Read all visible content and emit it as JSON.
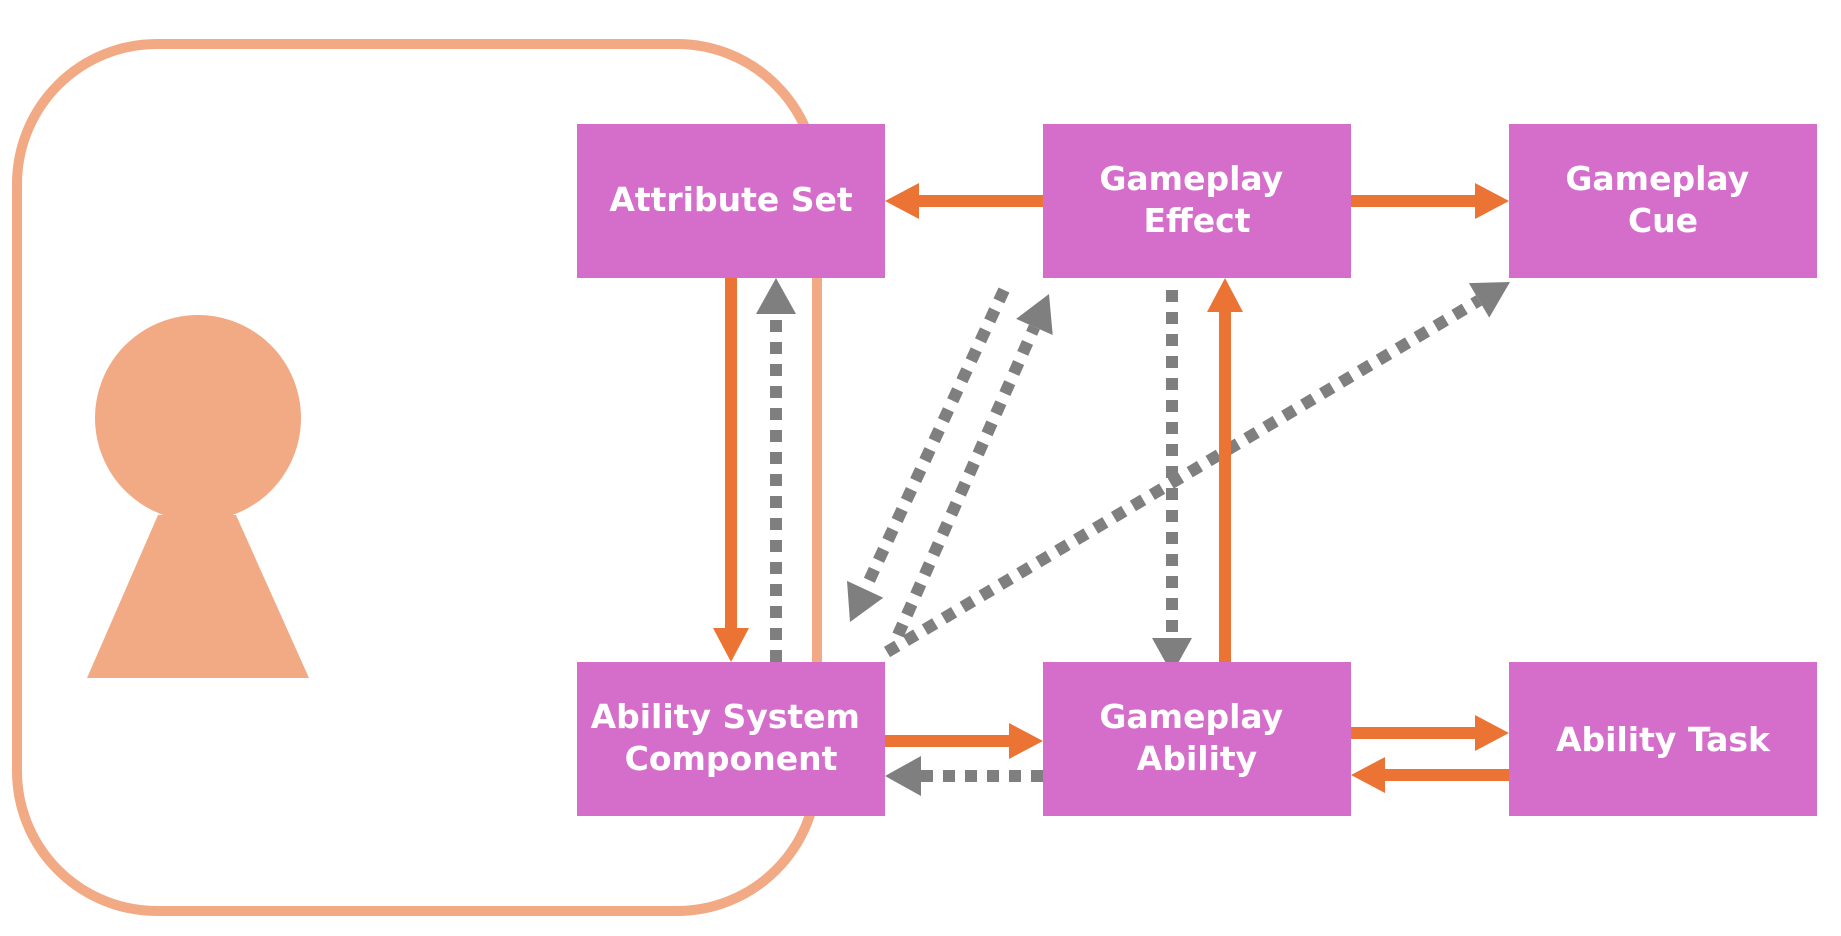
{
  "colors": {
    "node_fill": "#D56ECB",
    "solid_arrow": "#EB7435",
    "dotted_arrow": "#7F7F7F",
    "actor": "#F2AA85",
    "actor_frame": "#F2AA85",
    "label_text": "#FFFFFF"
  },
  "actor": {
    "icon": "keyhole-person-icon"
  },
  "nodes": {
    "attribute_set": {
      "lines": [
        "Attribute Set"
      ]
    },
    "gameplay_effect": {
      "lines": [
        "Gameplay",
        "Effect"
      ]
    },
    "gameplay_cue": {
      "lines": [
        "Gameplay",
        "Cue"
      ]
    },
    "ability_system_component": {
      "lines": [
        "Ability System",
        "Component"
      ]
    },
    "gameplay_ability": {
      "lines": [
        "Gameplay",
        "Ability"
      ]
    },
    "ability_task": {
      "lines": [
        "Ability Task"
      ]
    }
  },
  "edges": [
    {
      "from": "gameplay_effect",
      "to": "attribute_set",
      "style": "solid"
    },
    {
      "from": "gameplay_effect",
      "to": "gameplay_cue",
      "style": "solid"
    },
    {
      "from": "attribute_set",
      "to": "ability_system_component",
      "style": "solid"
    },
    {
      "from": "ability_system_component",
      "to": "attribute_set",
      "style": "dotted"
    },
    {
      "from": "gameplay_effect",
      "to": "ability_system_component",
      "style": "dotted"
    },
    {
      "from": "ability_system_component",
      "to": "gameplay_effect",
      "style": "dotted"
    },
    {
      "from": "ability_system_component",
      "to": "gameplay_cue",
      "style": "dotted"
    },
    {
      "from": "gameplay_effect",
      "to": "gameplay_ability",
      "style": "dotted"
    },
    {
      "from": "gameplay_ability",
      "to": "gameplay_effect",
      "style": "solid"
    },
    {
      "from": "ability_system_component",
      "to": "gameplay_ability",
      "style": "solid"
    },
    {
      "from": "gameplay_ability",
      "to": "ability_system_component",
      "style": "dotted"
    },
    {
      "from": "gameplay_ability",
      "to": "ability_task",
      "style": "solid"
    },
    {
      "from": "ability_task",
      "to": "gameplay_ability",
      "style": "solid"
    }
  ]
}
